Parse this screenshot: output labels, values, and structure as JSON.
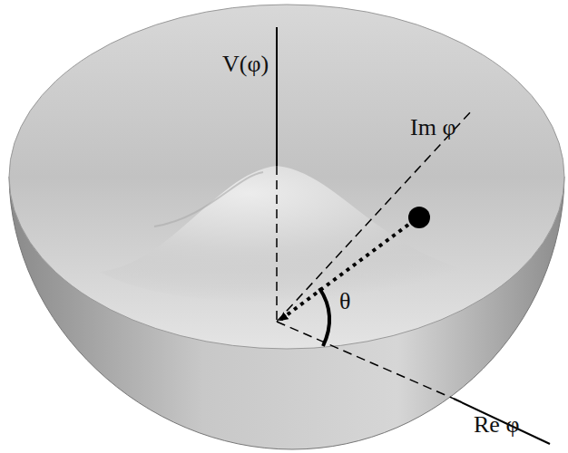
{
  "diagram": {
    "labels": [
      "V(φ)",
      "Im φ",
      "θ",
      "Re φ"
    ]
  }
}
